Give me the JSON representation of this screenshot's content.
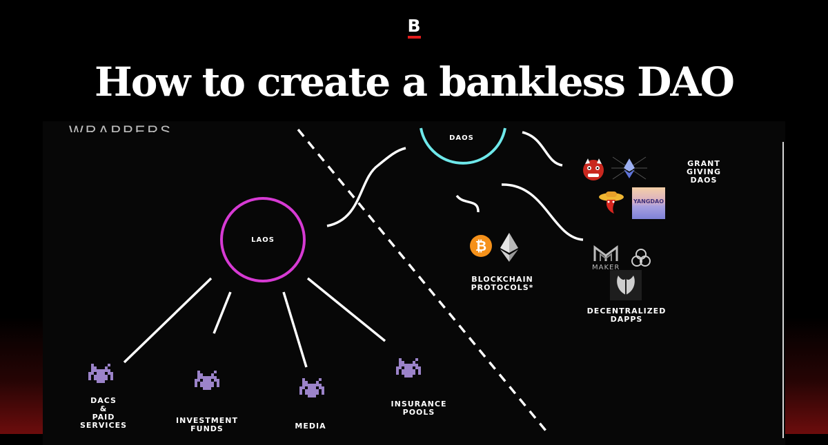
{
  "brand": {
    "logo_letter": "B"
  },
  "headline": "How to create a bankless DAO",
  "clipped_heading": "WRAPPERS",
  "nodes": {
    "laos": "LAOS",
    "daos": "DAOS"
  },
  "labels": {
    "dacs": "DACS\n&\nPAID\nSERVICES",
    "investment": "INVESTMENT\nFUNDS",
    "media": "MEDIA",
    "insurance": "INSURANCE\nPOOLS",
    "blockchain": "BLOCKCHAIN\nPROTOCOLS*",
    "dapps": "DECENTRALIZED\nDAPPS",
    "grant": "GRANT\nGIVING\nDAOS",
    "maker": "MAKER",
    "yangdao": "YANGDAO"
  },
  "colors": {
    "background": "#000000",
    "laos_ring": "#d63ad3",
    "daos_ring": "#6ee8ea",
    "accent_red": "#e11c1c",
    "invader": "#9b83c9",
    "bitcoin": "#f5911a"
  },
  "icons": [
    "space-invader-icon",
    "bitcoin-icon",
    "ethereum-icon",
    "maker-icon",
    "ogre-icon",
    "chili-icon",
    "tri-ring-icon",
    "tulip-icon"
  ]
}
